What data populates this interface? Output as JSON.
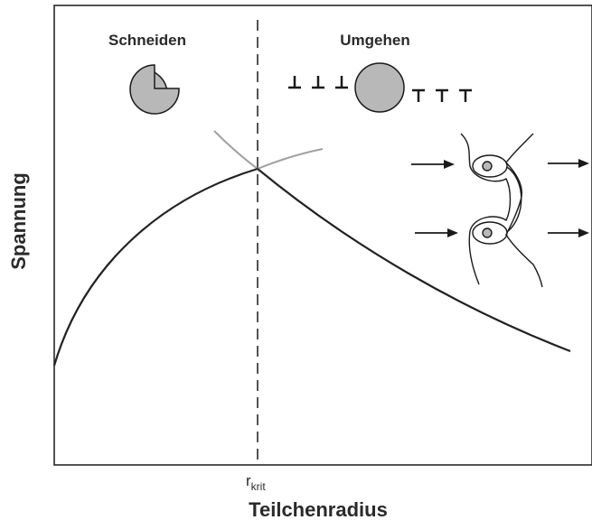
{
  "diagram": {
    "regimes": {
      "left": "Schneiden",
      "right": "Umgehen"
    },
    "x_axis_label": "Teilchenradius",
    "y_axis_label": "Spannung",
    "critical_radius": {
      "symbol": "r",
      "subscript": "krit"
    },
    "colors": {
      "curve": "#222222",
      "extension": "#a0a0a0",
      "particle_fill": "#b8b8b8",
      "outline": "#1a1a1a"
    }
  }
}
